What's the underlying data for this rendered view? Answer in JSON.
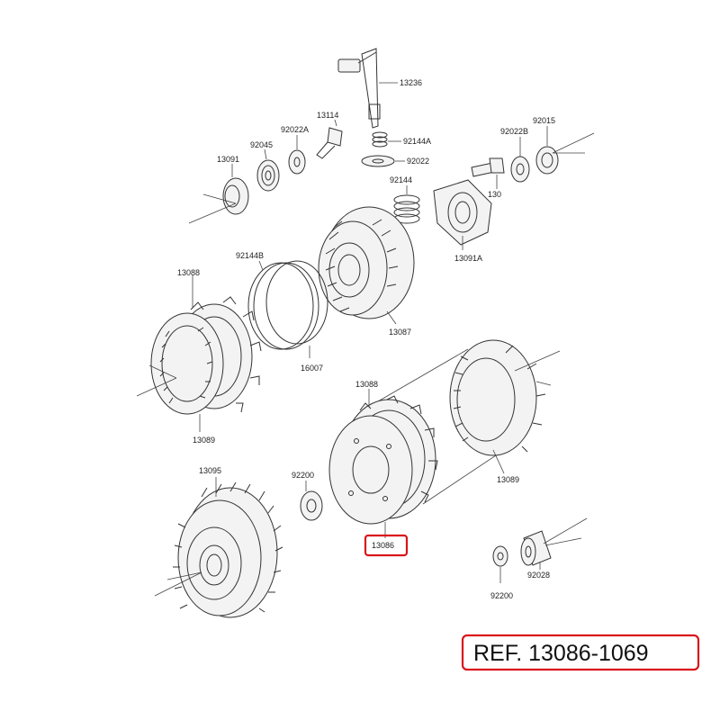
{
  "diagram": {
    "labels": {
      "p13236": "13236",
      "p13114": "13114",
      "p92022A": "92022A",
      "p92045": "92045",
      "p13091": "13091",
      "p92144A": "92144A",
      "p92022": "92022",
      "p92144": "92144",
      "p92022B": "92022B",
      "p92015": "92015",
      "p130": "130",
      "p13091A": "13091A",
      "p92144B": "92144B",
      "p13088a": "13088",
      "p13087": "13087",
      "p16007": "16007",
      "p13089a": "13089",
      "p13088b": "13088",
      "p13089b": "13089",
      "p13095": "13095",
      "p92200a": "92200",
      "p13086": "13086",
      "p92200b": "92200",
      "p92028": "92028"
    },
    "highlight_color": "#d9141b"
  },
  "reference": {
    "text": "REF. 13086-1069"
  }
}
